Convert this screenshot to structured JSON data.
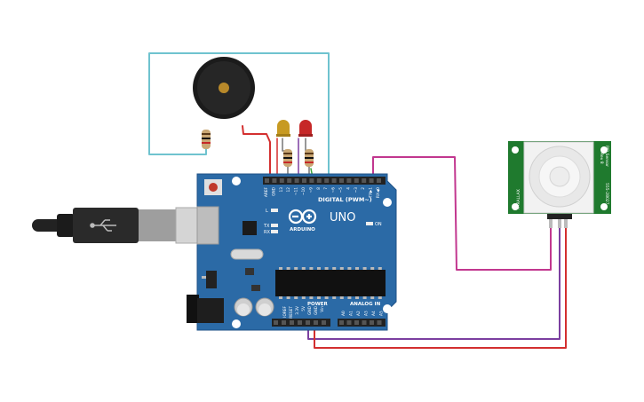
{
  "board": {
    "logo_word": "ARDUINO",
    "model": "UNO",
    "digital_header": "DIGITAL (PWM~)",
    "power_label": "POWER",
    "analog_label": "ANALOG IN",
    "on_label": "ON",
    "l_label": "L",
    "tx_label": "TX",
    "rx_label": "RX",
    "digital_pins": [
      "AREF",
      "GND",
      "13",
      "12",
      "~11",
      "~10",
      "~9",
      "8",
      "7",
      "~6",
      "~5",
      "4",
      "~3",
      "2",
      "TX▶1",
      "RX◀0"
    ],
    "power_pins": [
      "IOREF",
      "RESET",
      "3.3V",
      "5V",
      "GND",
      "GND",
      "Vin"
    ],
    "analog_pins": [
      "A0",
      "A1",
      "A2",
      "A3",
      "A4",
      "A5"
    ]
  },
  "sensor": {
    "title": "PIR Sensor",
    "subtitle": "Rev 8",
    "side_left": "PARALLAX",
    "side_right": "555-28027"
  },
  "colors": {
    "board": "#2b6aa6",
    "wire_red": "#d32f2f",
    "wire_purple": "#7b3fa0",
    "wire_magenta": "#c2378f",
    "wire_cyan": "#6fc3cf",
    "led_yellow": "#d6a21f",
    "led_red": "#c62828",
    "sensor_green": "#1f7a2e"
  },
  "icons": {
    "usb_plug": "usb-plug-icon",
    "infinity_logo": "arduino-infinity-icon"
  }
}
